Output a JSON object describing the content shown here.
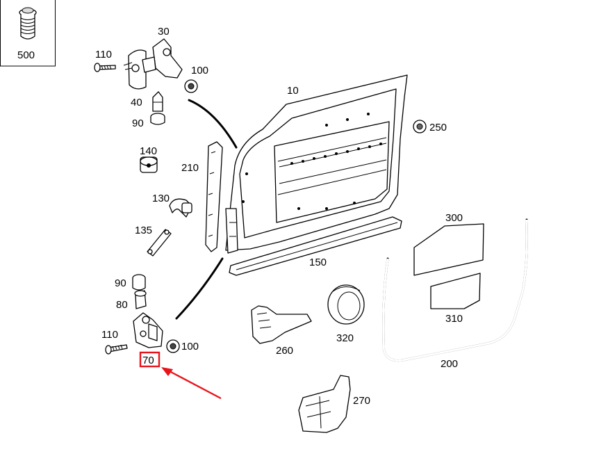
{
  "diagram": {
    "labels": {
      "p500": "500",
      "p30": "30",
      "p110_top": "110",
      "p100_top": "100",
      "p10": "10",
      "p40": "40",
      "p90_top": "90",
      "p250": "250",
      "p140": "140",
      "p210": "210",
      "p130": "130",
      "p135": "135",
      "p300": "300",
      "p150": "150",
      "p90_bottom": "90",
      "p80": "80",
      "p310": "310",
      "p110_bottom": "110",
      "p100_bottom": "100",
      "p260": "260",
      "p320": "320",
      "p70": "70",
      "p200": "200",
      "p270": "270"
    },
    "highlight": {
      "color": "#e8141c",
      "target": "70"
    }
  }
}
